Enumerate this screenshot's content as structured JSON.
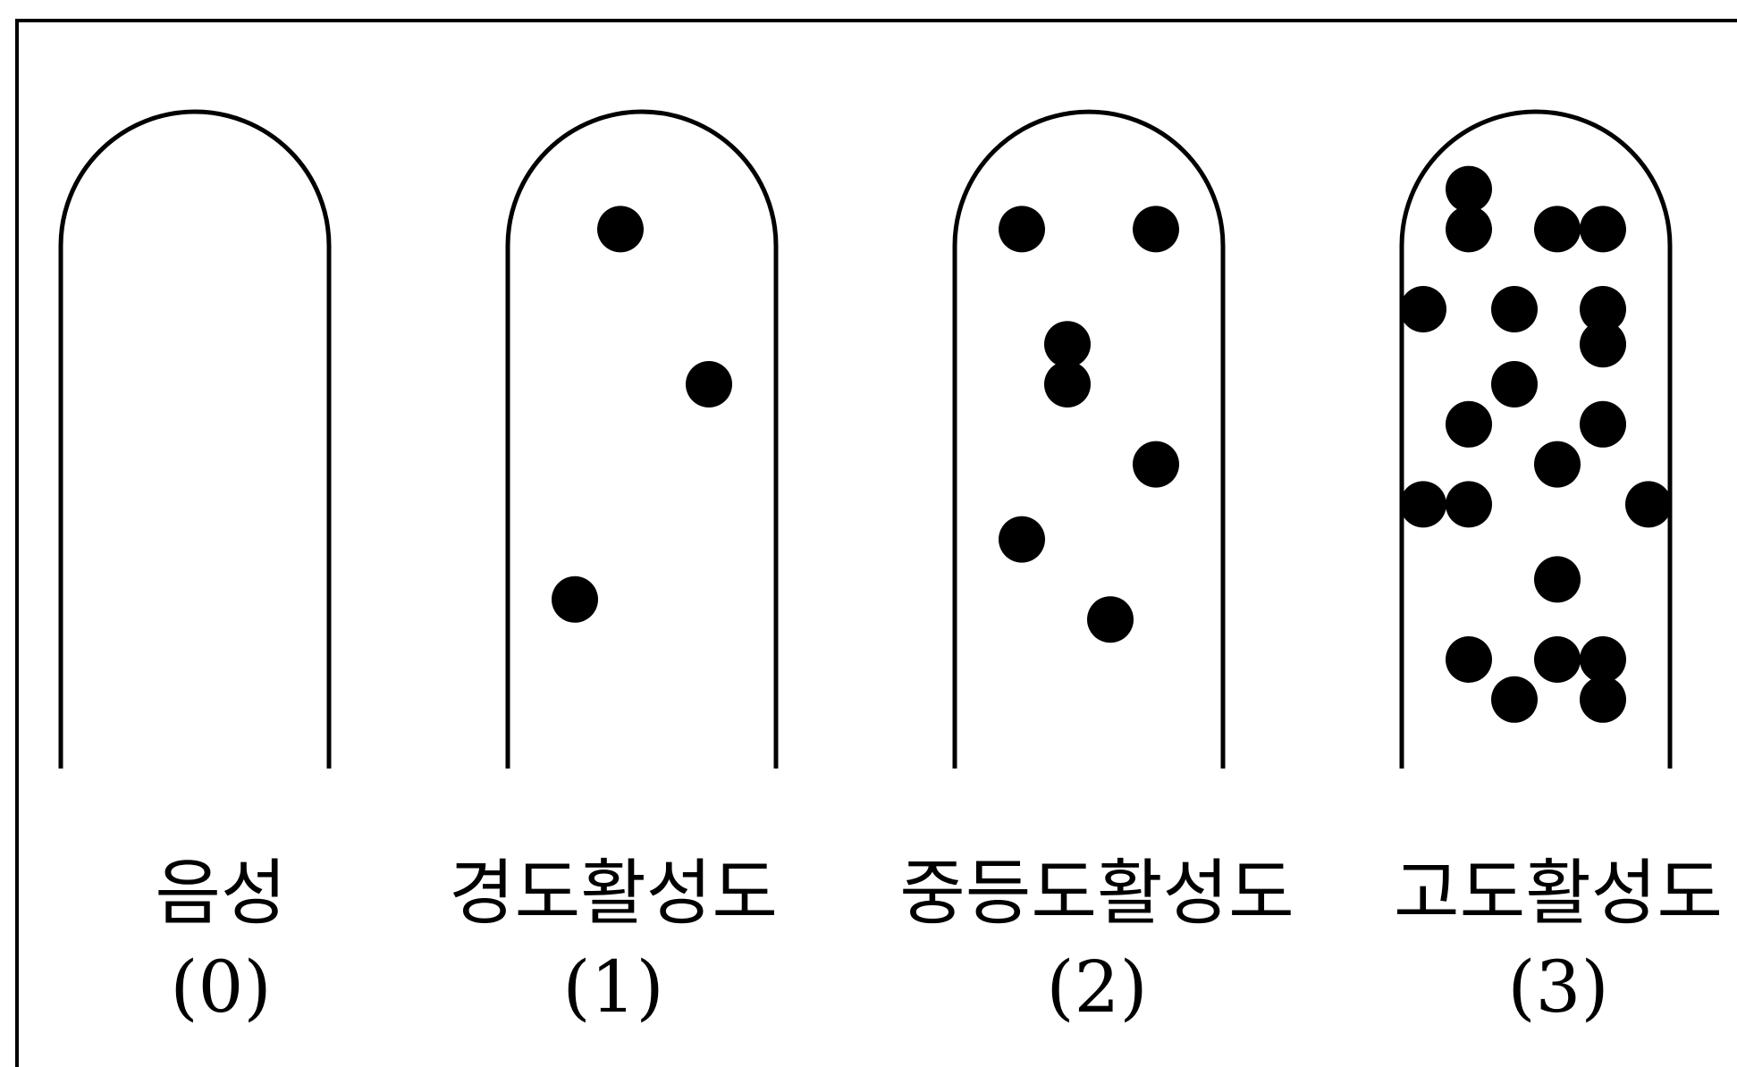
{
  "panels": [
    {
      "label": "음성",
      "score": "(0)",
      "dots": []
    },
    {
      "label": "경도활성도",
      "score": "(1)",
      "dots": [
        [
          0.42,
          0.19
        ],
        [
          0.75,
          0.5
        ],
        [
          0.25,
          0.93
        ]
      ]
    },
    {
      "label": "중등도활성도",
      "score": "(2)",
      "dots": [
        [
          0.25,
          0.19
        ],
        [
          0.75,
          0.19
        ],
        [
          0.42,
          0.42
        ],
        [
          0.42,
          0.5
        ],
        [
          0.75,
          0.66
        ],
        [
          0.25,
          0.81
        ],
        [
          0.58,
          0.97
        ]
      ]
    },
    {
      "label": "고도활성도",
      "score": "(3)",
      "dots": [
        [
          0.25,
          0.11
        ],
        [
          0.25,
          0.19
        ],
        [
          0.58,
          0.19
        ],
        [
          0.75,
          0.19
        ],
        [
          0.08,
          0.35
        ],
        [
          0.42,
          0.35
        ],
        [
          0.75,
          0.35
        ],
        [
          0.75,
          0.42
        ],
        [
          0.42,
          0.5
        ],
        [
          0.25,
          0.58
        ],
        [
          0.75,
          0.58
        ],
        [
          0.58,
          0.66
        ],
        [
          0.08,
          0.74
        ],
        [
          0.25,
          0.74
        ],
        [
          0.92,
          0.74
        ],
        [
          0.58,
          0.89
        ],
        [
          0.25,
          1.05
        ],
        [
          0.58,
          1.05
        ],
        [
          0.75,
          1.05
        ],
        [
          0.42,
          1.13
        ],
        [
          0.75,
          1.13
        ]
      ]
    }
  ],
  "colors": {
    "line": "#000000",
    "dot": "#000000",
    "background": "#ffffff"
  }
}
